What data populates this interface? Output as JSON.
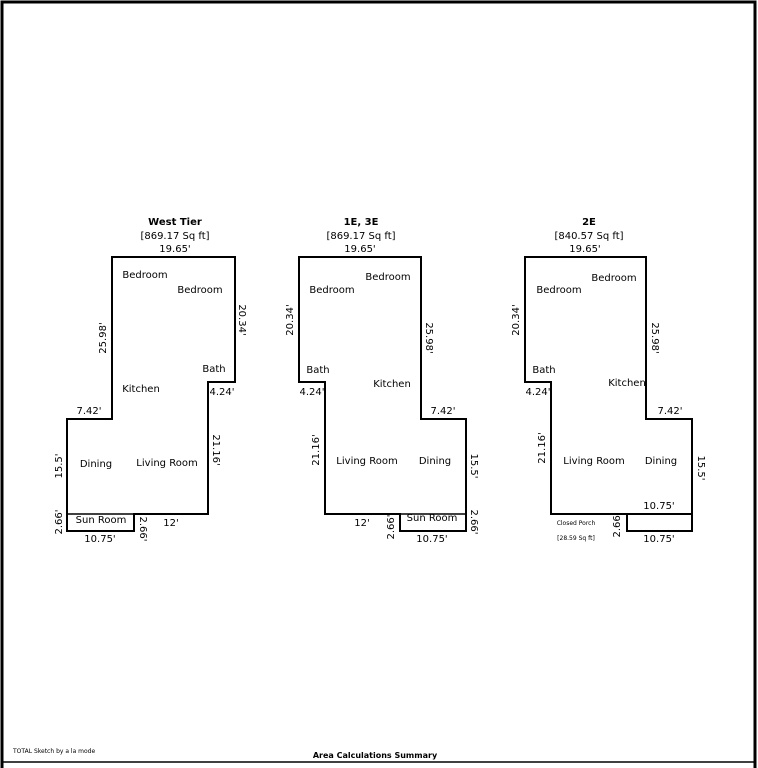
{
  "plans": [
    {
      "title": "West Tier",
      "area": "[869.17 Sq ft]",
      "dimensions": [
        "19.65'",
        "25.98'",
        "20.34'",
        "7.42'",
        "4.24'",
        "15.5'",
        "21.16'",
        "2.66'",
        "2.66'",
        "12'",
        "10.75'"
      ],
      "rooms": [
        "Bedroom",
        "Bedroom",
        "Bath",
        "Kitchen",
        "Dining",
        "Living Room",
        "Sun Room"
      ]
    },
    {
      "title": "1E, 3E",
      "area": "[869.17 Sq ft]",
      "dimensions": [
        "19.65'",
        "20.34'",
        "25.98'",
        "4.24'",
        "7.42'",
        "21.16'",
        "15.5'",
        "12'",
        "2.66'",
        "2.66'",
        "10.75'"
      ],
      "rooms": [
        "Bedroom",
        "Bedroom",
        "Bath",
        "Kitchen",
        "Living Room",
        "Dining",
        "Sun Room"
      ]
    },
    {
      "title": "2E",
      "area": "[840.57 Sq ft]",
      "dimensions": [
        "19.65'",
        "20.34'",
        "25.98'",
        "4.24'",
        "7.42'",
        "21.16'",
        "15.5'",
        "10.75'",
        "2.66'",
        "10.75'"
      ],
      "rooms": [
        "Bedroom",
        "Bedroom",
        "Bath",
        "Kitchen",
        "Living Room",
        "Dining"
      ],
      "porch": {
        "label": "Closed Porch",
        "area": "[28.59 Sq ft]"
      }
    }
  ],
  "footer": {
    "left": "TOTAL Sketch by a la mode",
    "center": "Area Calculations Summary"
  }
}
